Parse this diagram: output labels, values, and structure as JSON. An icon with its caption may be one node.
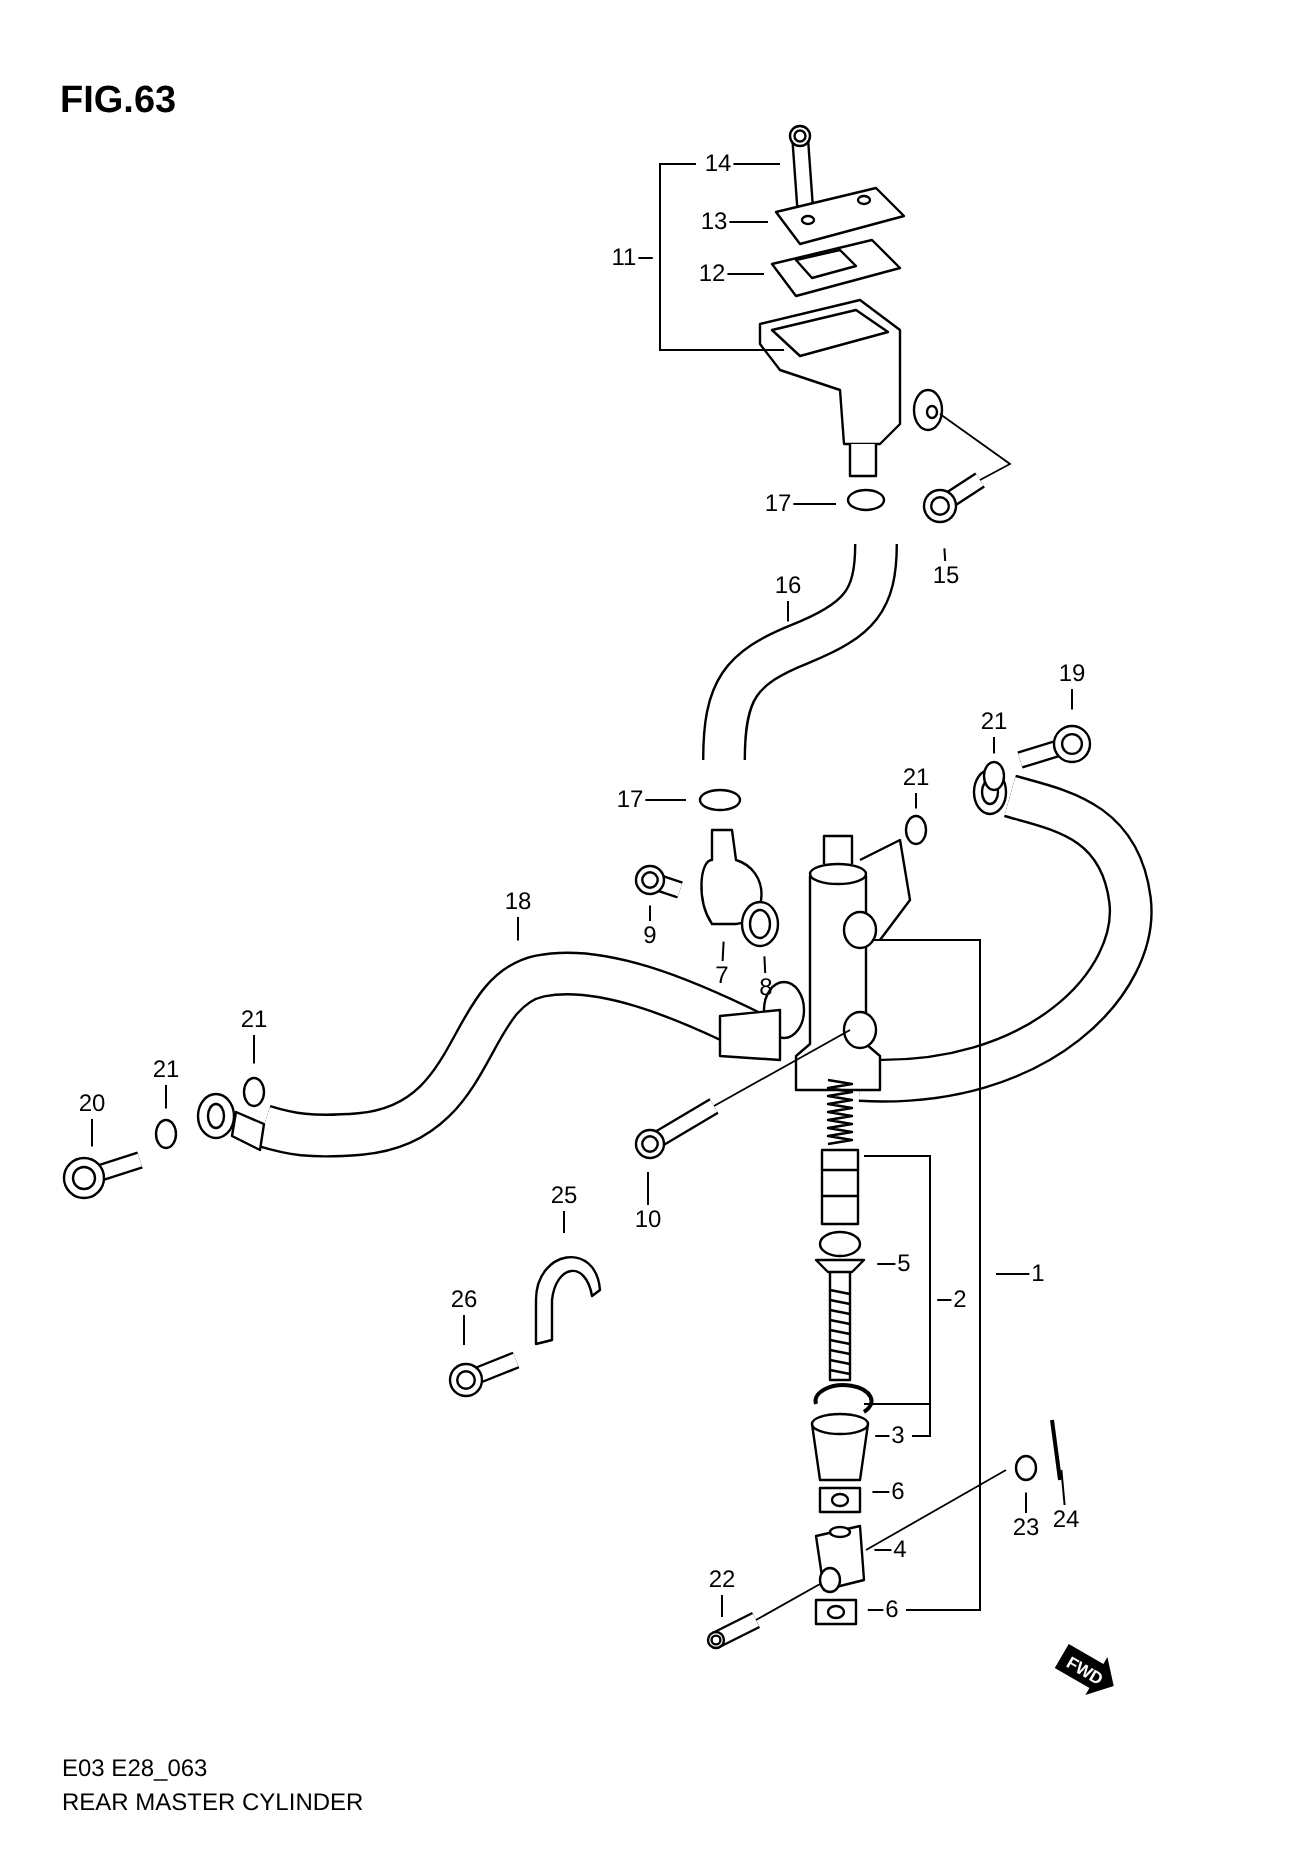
{
  "diagram": {
    "title": "FIG.63",
    "nodes": [
      {
        "text": [
          "14"
        ]
      },
      {
        "text": [
          "13"
        ]
      },
      {
        "text": [
          "12"
        ]
      },
      {
        "text": [
          "11"
        ]
      },
      {
        "text": [
          "17"
        ]
      },
      {
        "text": [
          "15"
        ]
      },
      {
        "text": [
          "16"
        ]
      },
      {
        "text": [
          "19"
        ]
      },
      {
        "text": [
          "21"
        ]
      },
      {
        "text": [
          "21"
        ]
      },
      {
        "text": [
          "17"
        ]
      },
      {
        "text": [
          "9"
        ]
      },
      {
        "text": [
          "7"
        ]
      },
      {
        "text": [
          "8"
        ]
      },
      {
        "text": [
          "18"
        ]
      },
      {
        "text": [
          "21"
        ]
      },
      {
        "text": [
          "20"
        ]
      },
      {
        "text": [
          "21"
        ]
      },
      {
        "text": [
          "10"
        ]
      },
      {
        "text": [
          "1"
        ]
      },
      {
        "text": [
          "2"
        ]
      },
      {
        "text": [
          "5"
        ]
      },
      {
        "text": [
          "25"
        ]
      },
      {
        "text": [
          "26"
        ]
      },
      {
        "text": [
          "3"
        ]
      },
      {
        "text": [
          "6"
        ]
      },
      {
        "text": [
          "4"
        ]
      },
      {
        "text": [
          "22"
        ]
      },
      {
        "text": [
          "6"
        ]
      },
      {
        "text": [
          "23"
        ]
      },
      {
        "text": [
          "24"
        ]
      }
    ],
    "edges": [
      {
        "from": 0,
        "to": null,
        "arrow": "none"
      },
      {
        "from": 1,
        "to": null,
        "arrow": "none"
      },
      {
        "from": 2,
        "to": null,
        "arrow": "none"
      },
      {
        "from": 3,
        "to": null,
        "arrow": "none"
      },
      {
        "from": 4,
        "to": null,
        "arrow": "none"
      },
      {
        "from": 5,
        "to": null,
        "arrow": "none"
      },
      {
        "from": 6,
        "to": null,
        "arrow": "none"
      },
      {
        "from": 7,
        "to": null,
        "arrow": "none"
      },
      {
        "from": 8,
        "to": null,
        "arrow": "none"
      },
      {
        "from": 9,
        "to": null,
        "arrow": "none"
      },
      {
        "from": 10,
        "to": null,
        "arrow": "none"
      },
      {
        "from": 11,
        "to": null,
        "arrow": "none"
      },
      {
        "from": 12,
        "to": null,
        "arrow": "none"
      },
      {
        "from": 13,
        "to": null,
        "arrow": "none"
      },
      {
        "from": 14,
        "to": null,
        "arrow": "none"
      },
      {
        "from": 15,
        "to": null,
        "arrow": "none"
      },
      {
        "from": 16,
        "to": null,
        "arrow": "none"
      },
      {
        "from": 17,
        "to": null,
        "arrow": "none"
      },
      {
        "from": 18,
        "to": null,
        "arrow": "none"
      },
      {
        "from": 19,
        "to": null,
        "arrow": "none"
      },
      {
        "from": 20,
        "to": null,
        "arrow": "none"
      },
      {
        "from": 21,
        "to": null,
        "arrow": "none"
      },
      {
        "from": 22,
        "to": null,
        "arrow": "none"
      },
      {
        "from": 23,
        "to": null,
        "arrow": "none"
      },
      {
        "from": 24,
        "to": null,
        "arrow": "none"
      },
      {
        "from": 25,
        "to": null,
        "arrow": "none"
      },
      {
        "from": 26,
        "to": null,
        "arrow": "none"
      },
      {
        "from": 27,
        "to": null,
        "arrow": "none"
      },
      {
        "from": 28,
        "to": null,
        "arrow": "none"
      },
      {
        "from": 29,
        "to": null,
        "arrow": "none"
      },
      {
        "from": 30,
        "to": null,
        "arrow": "none"
      }
    ],
    "labels": [
      "FWD",
      "E03 E28_063",
      "REAR MASTER CYLINDER"
    ]
  }
}
